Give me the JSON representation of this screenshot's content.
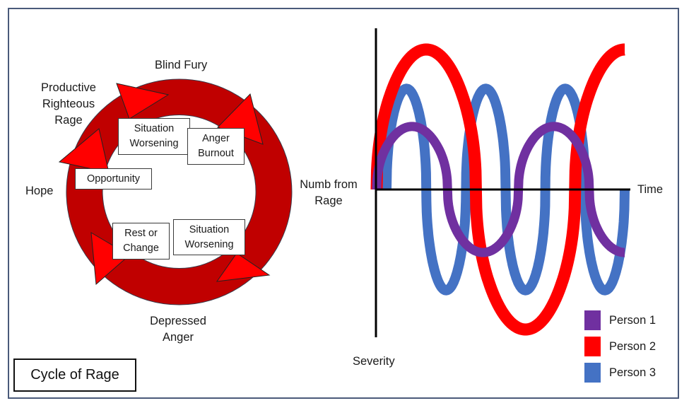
{
  "title": "Cycle of Rage",
  "cycle": {
    "ring_color": "#c00000",
    "arrow_color": "#ff0000",
    "outer_labels": {
      "top": "Blind Fury",
      "top_left_lines": [
        "Productive",
        "Righteous",
        "Rage"
      ],
      "left": "Hope",
      "right_lines": [
        "Numb from",
        "Rage"
      ],
      "bottom_lines": [
        "Depressed",
        "Anger"
      ]
    },
    "boxes": [
      {
        "id": "situation-worsening-top",
        "lines": [
          "Situation",
          "Worsening"
        ]
      },
      {
        "id": "anger-burnout",
        "lines": [
          "Anger",
          "Burnout"
        ]
      },
      {
        "id": "opportunity",
        "lines": [
          "Opportunity"
        ]
      },
      {
        "id": "rest-or-change",
        "lines": [
          "Rest or",
          "Change"
        ]
      },
      {
        "id": "situation-worsening-bottom",
        "lines": [
          "Situation",
          "Worsening"
        ]
      }
    ]
  },
  "chart_data": {
    "type": "line",
    "title": "",
    "xlabel": "Time",
    "ylabel": "Severity",
    "grid": false,
    "legend_position": "bottom-right",
    "series": [
      {
        "name": "Person 1",
        "color": "#7030a0",
        "amplitude": 0.45,
        "cycles": 1.75,
        "start_phase": 0.0
      },
      {
        "name": "Person 2",
        "color": "#ff0000",
        "amplitude": 1.0,
        "cycles": 1.25,
        "start_phase": 0.0
      },
      {
        "name": "Person 3",
        "color": "#4472c4",
        "amplitude": 0.72,
        "cycles": 3.0,
        "start_phase": 0.04
      }
    ]
  },
  "legend": {
    "items": [
      {
        "label": "Person 1",
        "color": "#7030a0"
      },
      {
        "label": "Person 2",
        "color": "#ff0000"
      },
      {
        "label": "Person 3",
        "color": "#4472c4"
      }
    ]
  }
}
